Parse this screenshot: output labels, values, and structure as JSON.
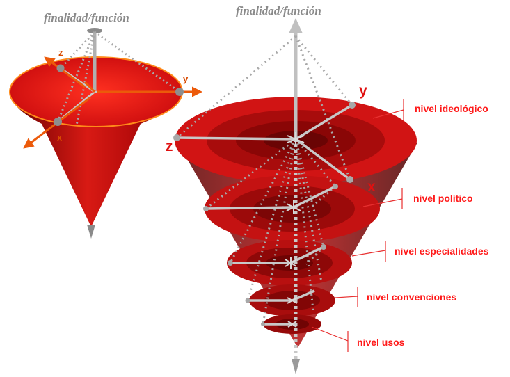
{
  "left_diagram": {
    "title": "finalidad/función",
    "axes": {
      "x": "x",
      "y": "y",
      "z": "z"
    }
  },
  "right_diagram": {
    "title": "finalidad/función",
    "axes": {
      "x": "x",
      "y": "y",
      "z": "z"
    },
    "levels": [
      {
        "label": "nivel ideológico"
      },
      {
        "label": "nivel político"
      },
      {
        "label": "nivel especialidades"
      },
      {
        "label": "nivel convenciones"
      },
      {
        "label": "nivel usos"
      }
    ]
  },
  "colors": {
    "cone_red": "#b80c0c",
    "rim_orange": "#ff8a1a",
    "axis_orange": "#ec5a0a",
    "axis_grey": "#bdbdbd",
    "label_red": "#ff1a1a"
  }
}
